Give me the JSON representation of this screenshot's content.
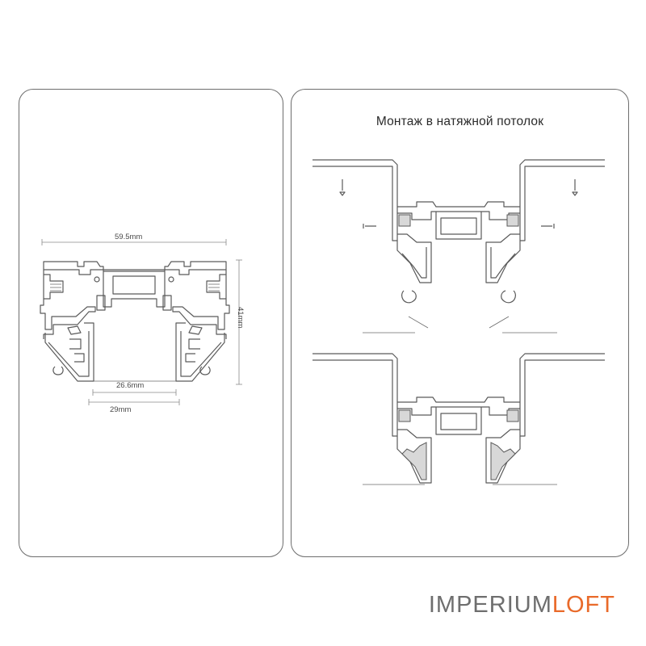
{
  "profile_drawing": {
    "width_label": "59.5mm",
    "inner_width_label": "26.6mm",
    "outer_width_label": "29mm",
    "height_label": "41mm"
  },
  "mounting": {
    "title": "Монтаж в натяжной потолок"
  },
  "brand": {
    "main": "IMPERIUM",
    "accent": "LOFT",
    "accent_color": "#e96a2a",
    "main_color": "#6e6e6e"
  }
}
